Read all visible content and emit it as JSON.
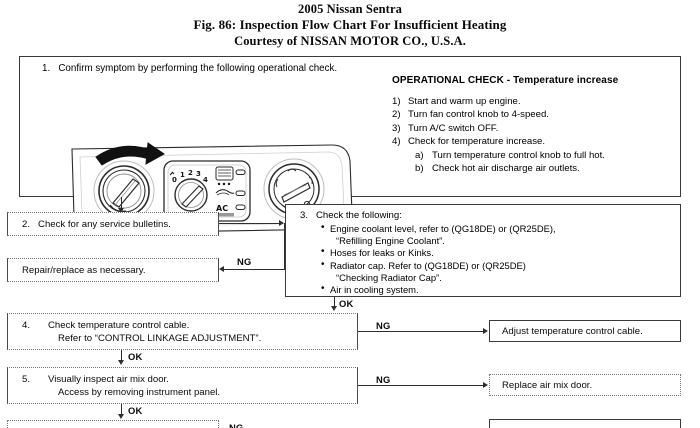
{
  "header": {
    "vehicle": "2005 Nissan Sentra",
    "figure": "Fig. 86: Inspection Flow Chart For Insufficient Heating",
    "courtesy": "Courtesy of NISSAN MOTOR CO., U.S.A."
  },
  "step1": {
    "number": "1.",
    "text": "Confirm symptom by performing the following operational check.",
    "illustration_name": "hvac-control-panel-illustration",
    "illustration_parts": {
      "temperature_knob": "temperature-control-knob",
      "rotation_arrow": "clockwise-rotation-arrow",
      "fan_knob": "fan-control-knob",
      "fan_scale": [
        "0",
        "1",
        "2",
        "3",
        "4"
      ],
      "defrost_button": "defrost-button",
      "recirculation_button": "recirculation-button",
      "ac_button_label": "A/C",
      "mode_knob": "mode-control-knob"
    },
    "operational_check": {
      "heading": "OPERATIONAL CHECK - Temperature increase",
      "items": [
        {
          "num": "1)",
          "text": "Start and warm up engine."
        },
        {
          "num": "2)",
          "text": "Turn fan control knob to 4-speed."
        },
        {
          "num": "3)",
          "text": "Turn A/C switch OFF."
        },
        {
          "num": "4)",
          "text": "Check for temperature increase."
        }
      ],
      "subitems": [
        {
          "num": "a)",
          "text": "Turn temperature control knob to full hot."
        },
        {
          "num": "b)",
          "text": "Check hot air discharge air outlets."
        }
      ]
    }
  },
  "step2": {
    "number": "2.",
    "text": "Check for any service bulletins."
  },
  "repair": {
    "text": "Repair/replace as necessary."
  },
  "step3": {
    "number": "3.",
    "title": "Check the following:",
    "bullets": [
      {
        "text": "Engine coolant level, refer to (QG18DE) or (QR25DE),",
        "cont": "“Refilling Engine Coolant”."
      },
      {
        "text": "Hoses for leaks or Kinks.",
        "cont": ""
      },
      {
        "text": "Radiator cap.  Refer to (QG18DE) or (QR25DE)",
        "cont": "“Checking Radiator Cap”."
      },
      {
        "text": "Air in cooling system.",
        "cont": ""
      }
    ]
  },
  "step4": {
    "number": "4.",
    "line1": "Check temperature control cable.",
    "line2": "Refer to “CONTROL LINKAGE ADJUSTMENT”."
  },
  "step5": {
    "number": "5.",
    "line1": "Visually inspect air mix door.",
    "line2": "Access by removing instrument panel."
  },
  "result1": {
    "text": "Adjust temperature control cable."
  },
  "result2": {
    "text": "Replace air mix door."
  },
  "flags": {
    "ng": "NG",
    "ok": "OK"
  }
}
